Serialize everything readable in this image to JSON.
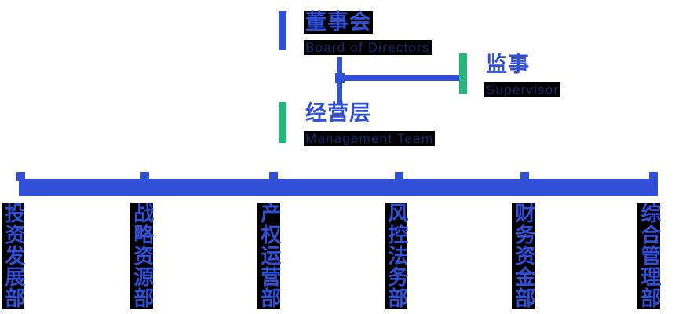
{
  "chart": {
    "type": "org-chart",
    "title": "",
    "colors": {
      "accent_blue": "#3050d8",
      "accent_green": "#23b77a",
      "label_background": "#000000",
      "subtitle_text": "#1b2a6b",
      "page_background": "#ffffff"
    }
  },
  "nodes": {
    "board": {
      "title": "董事会",
      "subtitle": "Board of Directors",
      "accent": "blue"
    },
    "supervisor": {
      "title": "监事",
      "subtitle": "Supervisor",
      "accent": "green"
    },
    "management": {
      "title": "经营层",
      "subtitle": "Management Team",
      "accent": "green"
    }
  },
  "departments": [
    {
      "name": "投资发展部"
    },
    {
      "name": "战略资源部"
    },
    {
      "name": "产权运营部"
    },
    {
      "name": "风控法务部"
    },
    {
      "name": "财务资金部"
    },
    {
      "name": "综合管理部"
    }
  ]
}
